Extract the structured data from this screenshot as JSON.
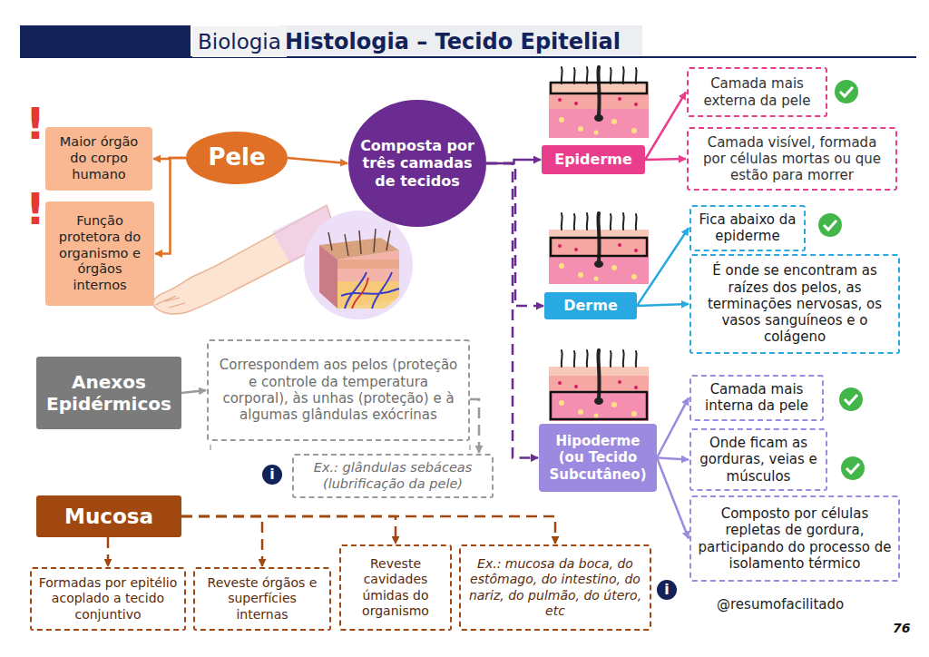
{
  "diagram": {
    "title": "Histologia – Tecido Epitelial",
    "nodes": [
      {
        "text": [
          "Maior órgão do corpo humano"
        ]
      },
      {
        "text": [
          "Função protetora do organismo e órgãos internos"
        ]
      },
      {
        "text": [
          "Pele"
        ]
      },
      {
        "text": [
          "Composta por três camadas de tecidos"
        ]
      },
      {
        "text": [
          "Epiderme"
        ]
      },
      {
        "text": [
          "Camada mais externa da pele"
        ]
      },
      {
        "text": [
          "Camada visível, formada por células mortas ou que estão para morrer"
        ]
      },
      {
        "text": [
          "Derme"
        ]
      },
      {
        "text": [
          "Fica abaixo da epiderme"
        ]
      },
      {
        "text": [
          "É onde se encontram as raízes dos pelos, as terminações nervosas, os vasos sanguíneos e o colágeno"
        ]
      },
      {
        "text": [
          "Hipoderme (ou Tecido Subcutâneo)"
        ]
      },
      {
        "text": [
          "Camada mais interna da pele"
        ]
      },
      {
        "text": [
          "Onde ficam as gorduras, veias e músculos"
        ]
      },
      {
        "text": [
          "Composto por células repletas de gordura, participando do processo de isolamento térmico"
        ]
      },
      {
        "text": [
          "Anexos Epidérmicos"
        ]
      },
      {
        "text": [
          "Correspondem aos pelos (proteção e controle da temperatura corporal), às unhas (proteção) e à algumas glândulas exócrinas"
        ]
      },
      {
        "text": [
          "Ex.: glândulas sebáceas (lubrificação da pele)"
        ]
      },
      {
        "text": [
          "Mucosa"
        ]
      },
      {
        "text": [
          "Formadas por epitélio acoplado a tecido conjuntivo"
        ]
      },
      {
        "text": [
          "Reveste órgãos e superfícies internas"
        ]
      },
      {
        "text": [
          "Reveste cavidades úmidas do organismo"
        ]
      },
      {
        "text": [
          "Ex.: mucosa da boca, do estômago, do intestino, do nariz, do pulmão, do útero, etc"
        ]
      }
    ],
    "edges": [
      {
        "from": 2,
        "to": 0,
        "arrow": "to"
      },
      {
        "from": 2,
        "to": 1,
        "arrow": "to"
      },
      {
        "from": 2,
        "to": 3,
        "arrow": "to"
      },
      {
        "from": 3,
        "to": 4,
        "arrow": "to"
      },
      {
        "from": 3,
        "to": 7,
        "arrow": "to"
      },
      {
        "from": 3,
        "to": 10,
        "arrow": "to"
      },
      {
        "from": 4,
        "to": 5,
        "arrow": "to"
      },
      {
        "from": 4,
        "to": 6,
        "arrow": "to"
      },
      {
        "from": 7,
        "to": 8,
        "arrow": "to"
      },
      {
        "from": 7,
        "to": 9,
        "arrow": "to"
      },
      {
        "from": 10,
        "to": 11,
        "arrow": "to"
      },
      {
        "from": 10,
        "to": 12,
        "arrow": "to"
      },
      {
        "from": 10,
        "to": 13,
        "arrow": "to"
      },
      {
        "from": 14,
        "to": 15,
        "arrow": "to"
      },
      {
        "from": 15,
        "to": 16,
        "arrow": "to"
      },
      {
        "from": 17,
        "to": 18,
        "arrow": "to"
      },
      {
        "from": 17,
        "to": 19,
        "arrow": "to"
      },
      {
        "from": 17,
        "to": 20,
        "arrow": "to"
      },
      {
        "from": 17,
        "to": 21,
        "arrow": "to"
      }
    ],
    "labels": [
      "Biologia",
      "!",
      "!",
      "i",
      "i",
      "@resumofacilitado",
      "76"
    ]
  }
}
